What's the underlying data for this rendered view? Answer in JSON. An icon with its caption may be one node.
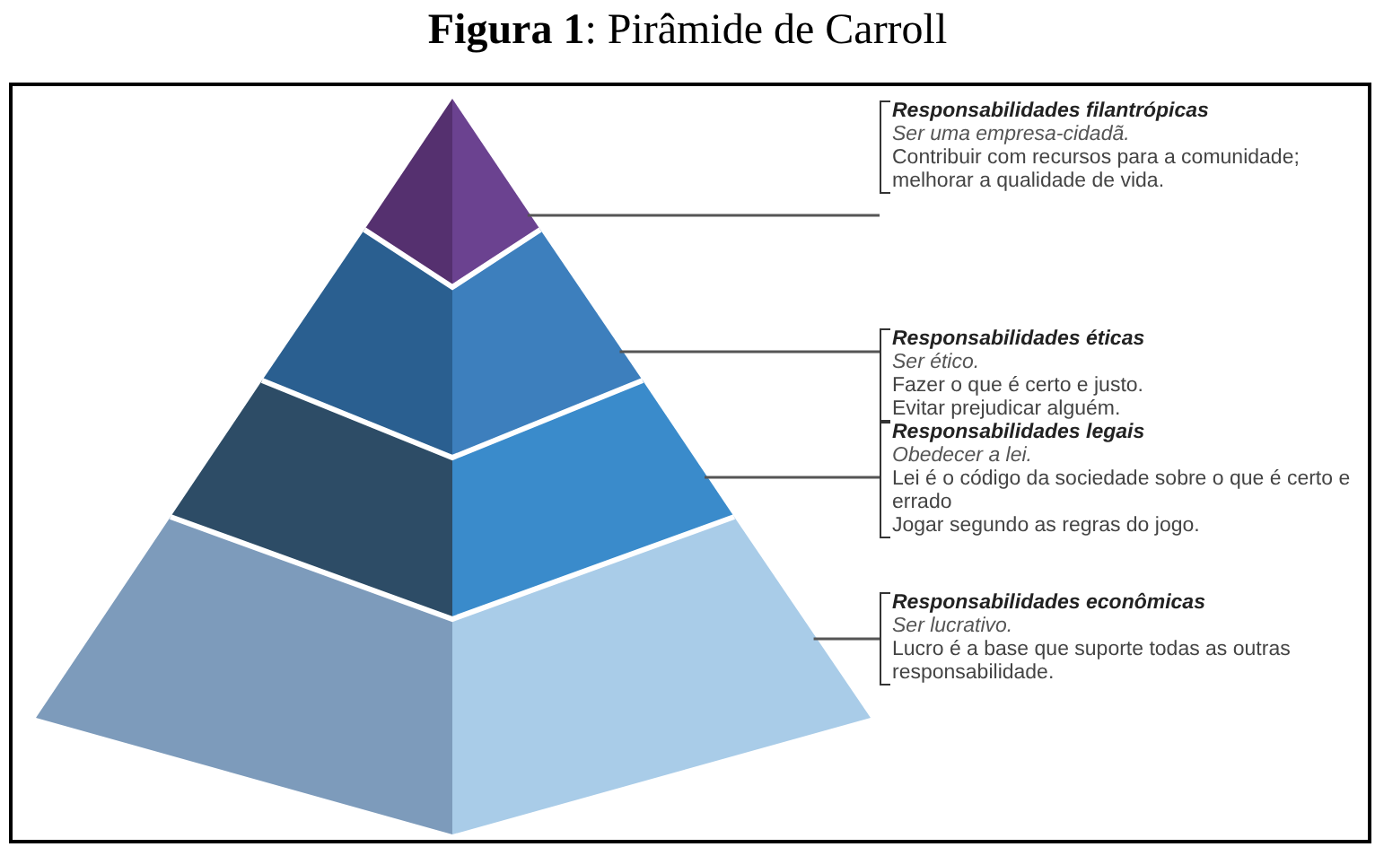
{
  "diagram": {
    "title": "**Figura 1**: Pirâmide de Carroll",
    "nodes": [
      {
        "text": [],
        "shape": "triangle"
      },
      {
        "text": [],
        "shape": "trapezoid"
      },
      {
        "text": [],
        "shape": "trapezoid"
      },
      {
        "text": [],
        "shape": "trapezoid"
      },
      {
        "text": [
          "Responsabilidades filantrópicas",
          "Ser uma empresa-cidadã.",
          "Contribuir com recursos para a comunidade; melhorar a qualidade de vida."
        ]
      },
      {
        "text": [
          "Responsabilidades éticas",
          "Ser ético.",
          "Fazer o que é certo e justo.",
          "Evitar prejudicar alguém."
        ]
      },
      {
        "text": [
          "Responsabilidades legais",
          "Obedecer a lei.",
          "Lei é o código da sociedade sobre o que é certo e errado",
          "Jogar segundo as regras do jogo."
        ]
      },
      {
        "text": [
          "Responsabilidades econômicas",
          "Ser lucrativo.",
          "Lucro é a base que suporte todas as outras responsabilidade."
        ]
      }
    ],
    "edges": [
      {
        "from": 4,
        "to": 0,
        "arrow": "none"
      },
      {
        "from": 5,
        "to": 1,
        "arrow": "none"
      },
      {
        "from": 6,
        "to": 2,
        "arrow": "none"
      },
      {
        "from": 7,
        "to": 3,
        "arrow": "none"
      }
    ]
  }
}
